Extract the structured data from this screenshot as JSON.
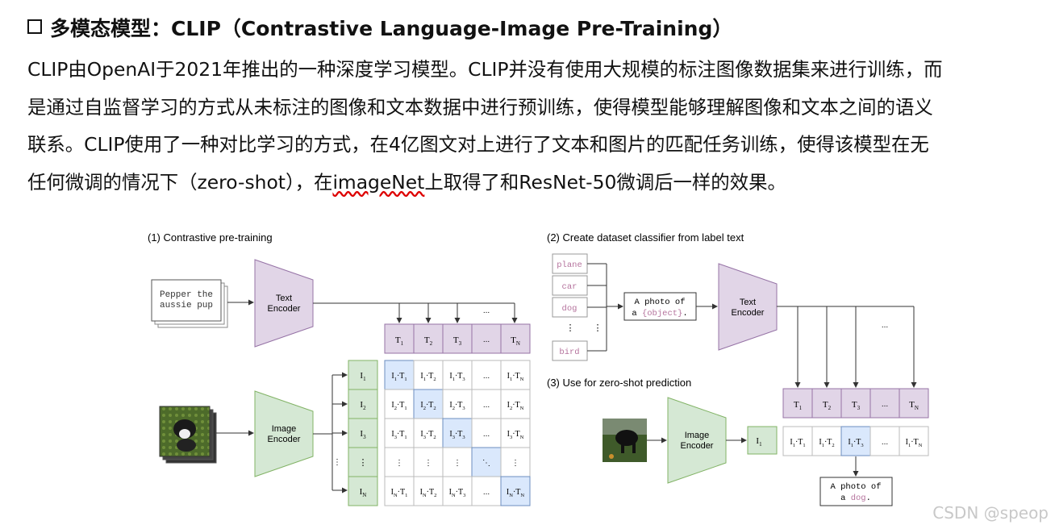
{
  "heading": "多模态模型：CLIP（Contrastive Language-Image Pre-Training）",
  "paragraph": {
    "line1": "CLIP由OpenAI于2021年推出的一种深度学习模型。CLIP并没有使用大规模的标注图像数据集来进行训练，而",
    "line2": "是通过自监督学习的方式从未标注的图像和文本数据中进行预训练，使得模型能够理解图像和文本之间的语义",
    "line3": "联系。CLIP使用了一种对比学习的方式，在4亿图文对上进行了文本和图片的匹配任务训练，使得该模型在无",
    "line4_a": "任何微调的情况下（zero-shot），在",
    "line4_b": "imageNet",
    "line4_c": "上取得了和ResNet-50微调后一样的效果。"
  },
  "figure": {
    "panel1": {
      "title": "(1) Contrastive pre-training",
      "text_input": [
        "Pepper the",
        "aussie pup"
      ],
      "text_encoder": [
        "Text",
        "Encoder"
      ],
      "image_encoder": [
        "Image",
        "Encoder"
      ],
      "t_labels": [
        "T",
        "T",
        "T",
        "...",
        "T"
      ],
      "t_subs": [
        "1",
        "2",
        "3",
        "",
        "N"
      ],
      "i_labels": [
        "I",
        "I",
        "I",
        "⋮",
        "I"
      ],
      "i_subs": [
        "1",
        "2",
        "3",
        "",
        "N"
      ],
      "ellipsis_top": "..."
    },
    "panel2": {
      "title": "(2) Create dataset classifier from label text",
      "labels": [
        "plane",
        "car",
        "dog",
        "bird"
      ],
      "vdots": "⋮",
      "template": [
        "A photo of",
        "a {object}."
      ],
      "text_encoder": [
        "Text",
        "Encoder"
      ],
      "ellipsis_top": "..."
    },
    "panel3": {
      "title": "(3) Use for zero-shot prediction",
      "image_encoder": [
        "Image",
        "Encoder"
      ],
      "i1": "I",
      "i1_sub": "1",
      "result": [
        "A photo of",
        "a dog."
      ]
    },
    "colors": {
      "purple_fill": "#e1d5e7",
      "purple_stroke": "#9673a6",
      "green_fill": "#d5e8d4",
      "green_stroke": "#82b366",
      "blue_fill": "#dae8fc",
      "blue_stroke": "#6c8ebf",
      "template_pink": "#b5739d"
    }
  },
  "watermark": "CSDN @speop"
}
